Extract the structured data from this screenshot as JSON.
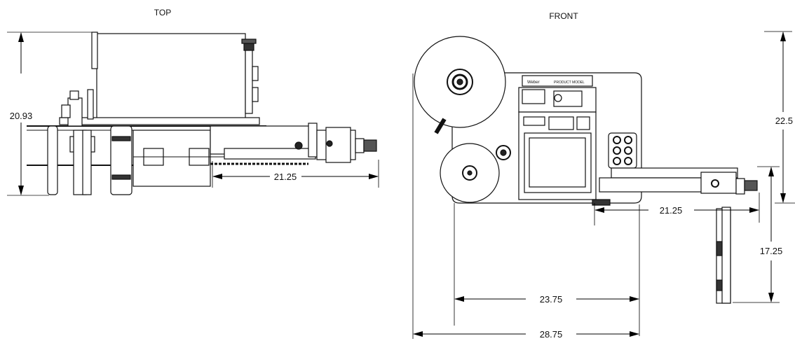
{
  "views": {
    "top": {
      "title": "TOP"
    },
    "front": {
      "title": "FRONT"
    }
  },
  "dimensions": {
    "top_height": "20.93",
    "top_width": "21.25",
    "front_height_upper": "22.5",
    "front_width_applicator": "21.25",
    "front_height_lower": "17.25",
    "front_width_body": "23.75",
    "front_width_overall": "28.75"
  },
  "front_panel": {
    "brand_text": "Weber",
    "model_text": "PRODUCT MODEL"
  }
}
